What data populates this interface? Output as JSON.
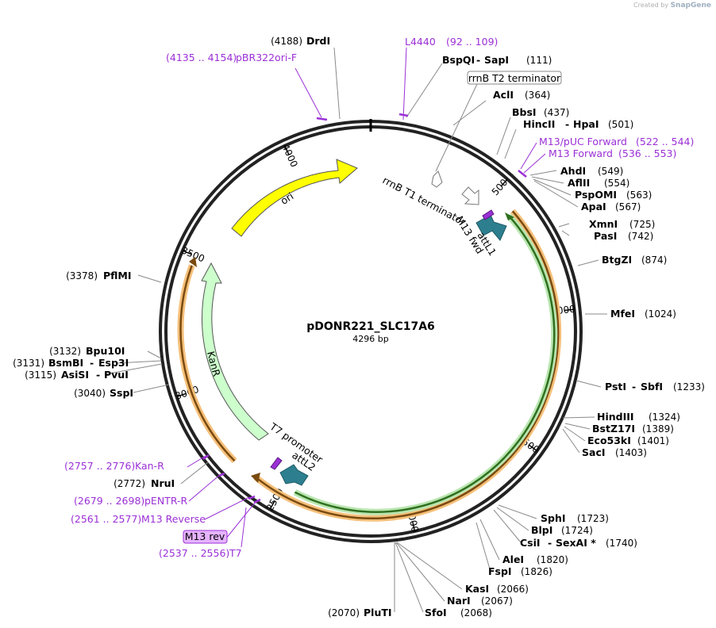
{
  "credit": {
    "prefix": "Created by",
    "brand": "SnapGene"
  },
  "plasmid": {
    "name": "pDONR221_SLC17A6",
    "length_label": "4296 bp",
    "length": 4296
  },
  "ticks": [
    "500",
    "1000",
    "1500",
    "2000",
    "2500",
    "3000",
    "3500",
    "4000"
  ],
  "colors": {
    "ori": "#ffff00",
    "kanr": "#ccffcc",
    "att": "#2d7f8f",
    "orange": "#f0a030",
    "green": "#3fa83f",
    "primer": "#9b30d6"
  },
  "features": {
    "ori": "ori",
    "kanr": "KanR",
    "rrnb_t1": "rrnB T1 terminator",
    "rrnb_t2": "rrnB T2 terminator",
    "m13_fwd": "M13 fwd",
    "attl1": "attL1",
    "t7_promoter": "T7 promoter",
    "attl2": "attL2",
    "m13_rev": "M13 rev"
  },
  "enzymes": {
    "drdi": {
      "name": "DrdI",
      "pos": "(4188)"
    },
    "bspqi": {
      "name": "BspQI",
      "name2": "SapI",
      "pos": "(111)"
    },
    "acli": {
      "name": "AclI",
      "pos": "(364)"
    },
    "bbsi": {
      "name": "BbsI",
      "pos": "(437)"
    },
    "hincii": {
      "name": "HincII",
      "name2": "HpaI",
      "pos": "(501)"
    },
    "ahdi": {
      "name": "AhdI",
      "pos": "(549)"
    },
    "aflii": {
      "name": "AflII",
      "pos": "(554)"
    },
    "pspomi": {
      "name": "PspOMI",
      "pos": "(563)"
    },
    "apai": {
      "name": "ApaI",
      "pos": "(567)"
    },
    "xmni": {
      "name": "XmnI",
      "pos": "(725)"
    },
    "pasi": {
      "name": "PasI",
      "pos": "(742)"
    },
    "btgzi": {
      "name": "BtgZI",
      "pos": "(874)"
    },
    "mfei": {
      "name": "MfeI",
      "pos": "(1024)"
    },
    "psti": {
      "name": "PstI",
      "name2": "SbfI",
      "pos": "(1233)"
    },
    "hindiii": {
      "name": "HindIII",
      "pos": "(1324)"
    },
    "bstz17i": {
      "name": "BstZ17I",
      "pos": "(1389)"
    },
    "eco53ki": {
      "name": "Eco53kI",
      "pos": "(1401)"
    },
    "saci": {
      "name": "SacI",
      "pos": "(1403)"
    },
    "sphi": {
      "name": "SphI",
      "pos": "(1723)"
    },
    "blpi": {
      "name": "BlpI",
      "pos": "(1724)"
    },
    "csii": {
      "name": "CsiI",
      "name2": "SexAI *",
      "pos": "(1740)"
    },
    "alei": {
      "name": "AleI",
      "pos": "(1820)"
    },
    "fspi": {
      "name": "FspI",
      "pos": "(1826)"
    },
    "kasi": {
      "name": "KasI",
      "pos": "(2066)"
    },
    "nari": {
      "name": "NarI",
      "pos": "(2067)"
    },
    "sfoi": {
      "name": "SfoI",
      "pos": "(2068)"
    },
    "pluti": {
      "name": "PluTI",
      "pos": "(2070)"
    },
    "nrui": {
      "name": "NruI",
      "pos": "(2772)"
    },
    "sspi": {
      "name": "SspI",
      "pos": "(3040)"
    },
    "asisi": {
      "name": "AsiSI",
      "name2": "PvuI",
      "pos": "(3115)"
    },
    "bsmbi": {
      "name": "BsmBI",
      "name2": "Esp3I",
      "pos": "(3131)"
    },
    "bpu10i": {
      "name": "Bpu10I",
      "pos": "(3132)"
    },
    "pflmi": {
      "name": "PflMI",
      "pos": "(3378)"
    }
  },
  "primers": {
    "l4440": {
      "name": "L4440",
      "range": "(92 .. 109)"
    },
    "m13puc": {
      "name": "M13/pUC Forward",
      "range": "(522 .. 544)"
    },
    "m13fwd": {
      "name": "M13 Forward",
      "range": "(536 .. 553)"
    },
    "pbr322": {
      "name": "pBR322ori-F",
      "range": "(4135 .. 4154)"
    },
    "kanr": {
      "name": "Kan-R",
      "range": "(2757 .. 2776)"
    },
    "pentr": {
      "name": "pENTR-R",
      "range": "(2679 .. 2698)"
    },
    "m13rev": {
      "name": "M13 Reverse",
      "range": "(2561 .. 2577)"
    },
    "t7": {
      "name": "T7",
      "range": "(2537 .. 2556)"
    }
  }
}
